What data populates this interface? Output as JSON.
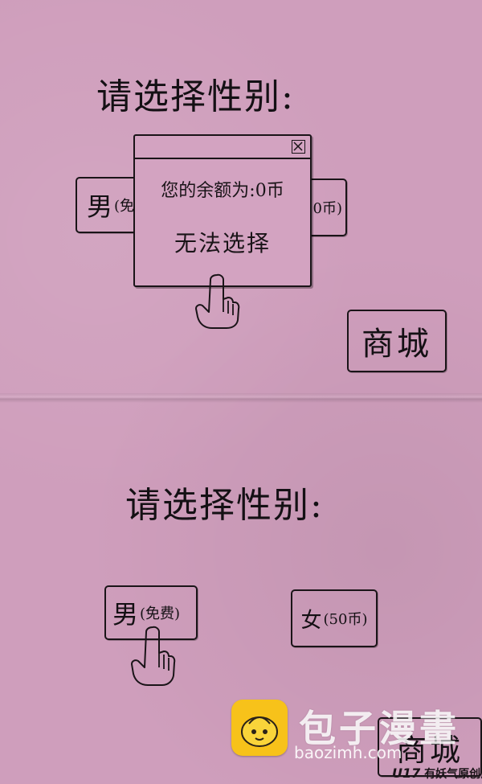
{
  "panel_top": {
    "title": "请选择性别:",
    "male_option": {
      "main": "男",
      "sub": "(免"
    },
    "female_option": {
      "sub": "0币)"
    },
    "shop_button": "商城",
    "dialog": {
      "close_glyph": "✕",
      "balance_text": "您的余额为:0币",
      "message": "无法选择"
    }
  },
  "panel_bottom": {
    "title": "请选择性别:",
    "male_option": {
      "main": "男",
      "sub": "(免费)"
    },
    "female_option": {
      "main": "女",
      "sub": "(50币)"
    },
    "shop_button": "商城"
  },
  "watermark": {
    "site_name": "包子漫畫",
    "url": "baozimh.com",
    "brand": "U17",
    "slogan": "有妖气原创漫画"
  },
  "colors": {
    "paper": "#cf9ebc",
    "ink": "#1a1418",
    "logo": "#f7c21a"
  }
}
